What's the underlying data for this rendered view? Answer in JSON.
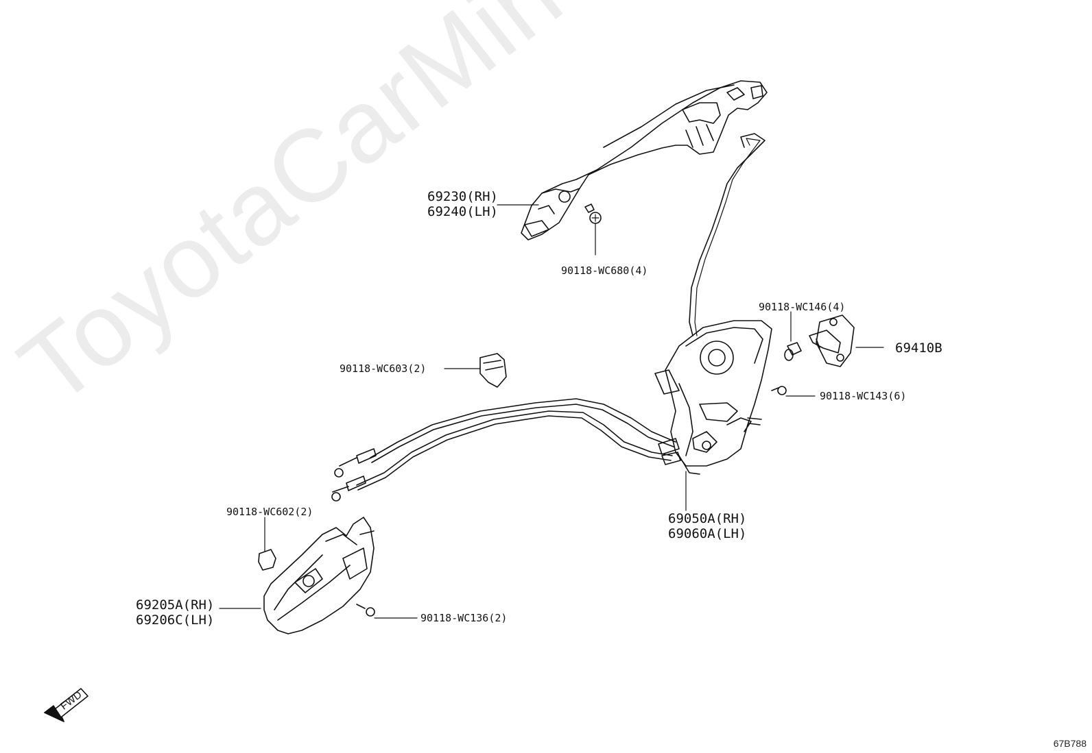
{
  "watermark": "ToyotaCarMine.ru",
  "diagram_code": "67B788",
  "fwd_label": "FWD",
  "parts": {
    "outside_handle": {
      "rh": "69230(RH)",
      "lh": "69240(LH)"
    },
    "screw_wc680": "90118-WC680(4)",
    "screw_wc146": "90118-WC146(4)",
    "striker": "69410B",
    "clip_wc603": "90118-WC603(2)",
    "screw_wc143": "90118-WC143(6)",
    "lock_assy": {
      "rh": "69050A(RH)",
      "lh": "69060A(LH)"
    },
    "clip_wc602": "90118-WC602(2)",
    "inside_handle": {
      "rh": "69205A(RH)",
      "lh": "69206C(LH)"
    },
    "screw_wc136": "90118-WC136(2)"
  }
}
